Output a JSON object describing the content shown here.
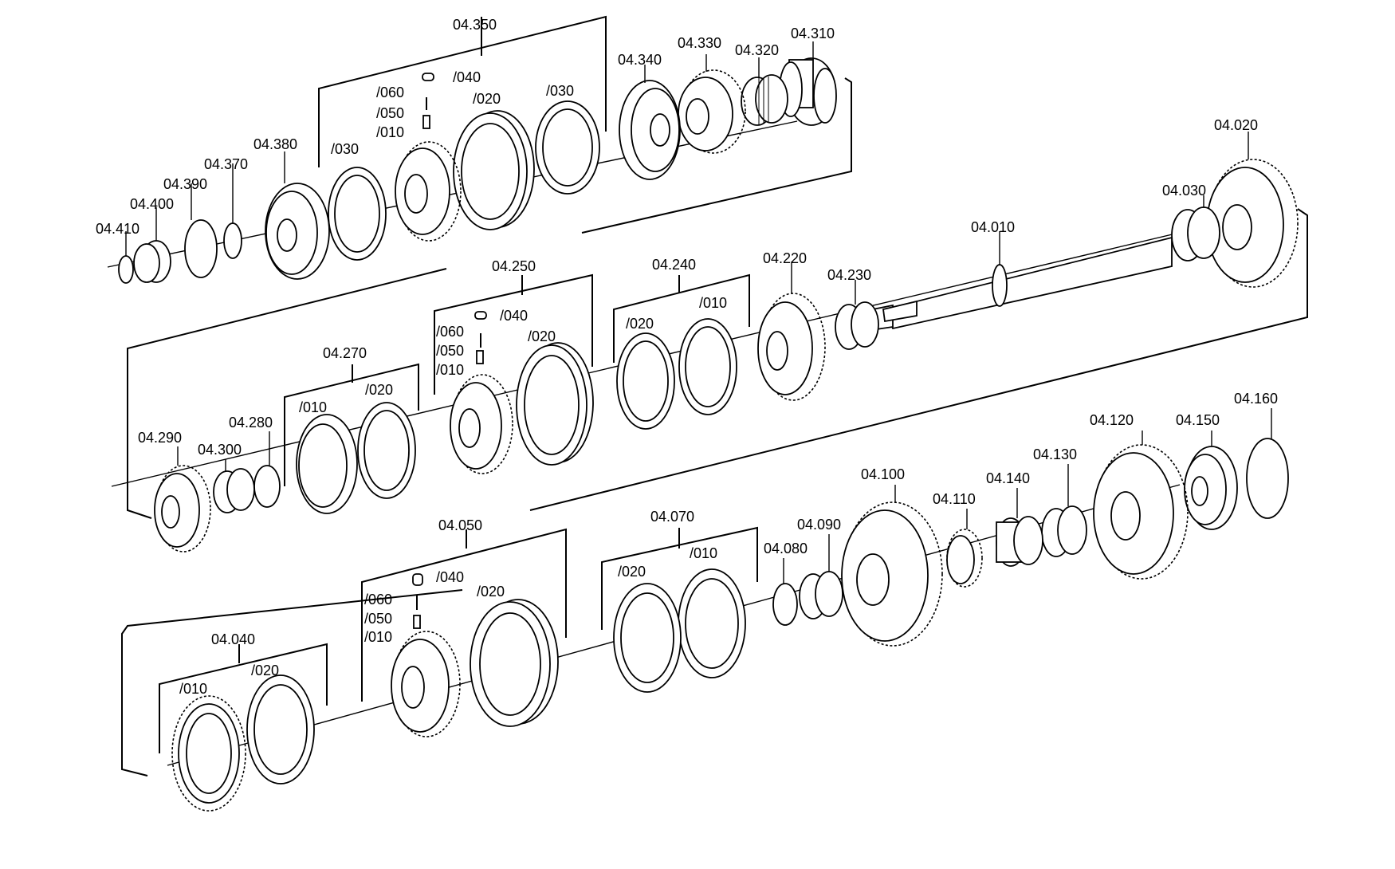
{
  "title": "",
  "labels": {
    "p04_350": "04.350",
    "p04_340": "04.340",
    "p04_330": "04.330",
    "p04_320": "04.320",
    "p04_310": "04.310",
    "p04_380": "04.380",
    "p04_370": "04.370",
    "p04_390": "04.390",
    "p04_400": "04.400",
    "p04_410": "04.410",
    "s350_040": "/040",
    "s350_060": "/060",
    "s350_050": "/050",
    "s350_010": "/010",
    "s350_020": "/020",
    "s350_030a": "/030",
    "s350_030b": "/030",
    "p04_020": "04.020",
    "p04_030": "04.030",
    "p04_010": "04.010",
    "p04_250": "04.250",
    "p04_240": "04.240",
    "p04_220": "04.220",
    "p04_230": "04.230",
    "s250_040": "/040",
    "s250_060": "/060",
    "s250_050": "/050",
    "s250_010": "/010",
    "s250_020": "/020",
    "s240_020": "/020",
    "s240_010": "/010",
    "p04_270": "04.270",
    "s270_010": "/010",
    "s270_020": "/020",
    "p04_290": "04.290",
    "p04_300": "04.300",
    "p04_280": "04.280",
    "p04_160": "04.160",
    "p04_150": "04.150",
    "p04_120": "04.120",
    "p04_130": "04.130",
    "p04_140": "04.140",
    "p04_110": "04.110",
    "p04_100": "04.100",
    "p04_090": "04.090",
    "p04_080": "04.080",
    "p04_070": "04.070",
    "s070_020": "/020",
    "s070_010": "/010",
    "p04_050": "04.050",
    "s050_040": "/040",
    "s050_060": "/060",
    "s050_050": "/050",
    "s050_010": "/010",
    "s050_020": "/020",
    "p04_040": "04.040",
    "s040_010": "/010",
    "s040_020": "/020"
  }
}
